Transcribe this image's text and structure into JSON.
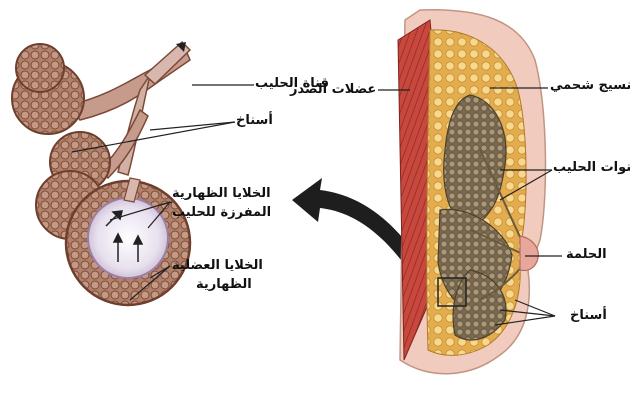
{
  "labels": {
    "milk_duct": "قناة الحليب",
    "alveoli_left": "أسناخ",
    "secretory_cells_l1": "الخلايا الظهارية",
    "secretory_cells_l2": "المفرزة للحليب",
    "myoepithelial_l1": "الخلايا العضلية",
    "myoepithelial_l2": "الظهارية",
    "chest_muscles": "عضلات الصدر",
    "fatty_tissue": "نسيج شحمي",
    "milk_ducts": "قنوات الحليب",
    "nipple": "الحلمة",
    "alveoli_right": "أسناخ"
  },
  "colors": {
    "alveolus": "#a9755a",
    "alveolus_dark": "#6e3f2c",
    "duct": "#c9a49a",
    "fat": "#e9b75a",
    "fat_light": "#f4d48a",
    "muscle": "#c2433a",
    "skin": "#f0c4b4",
    "lobule": "#8a7a5c",
    "arrow": "#1a1a1a"
  }
}
